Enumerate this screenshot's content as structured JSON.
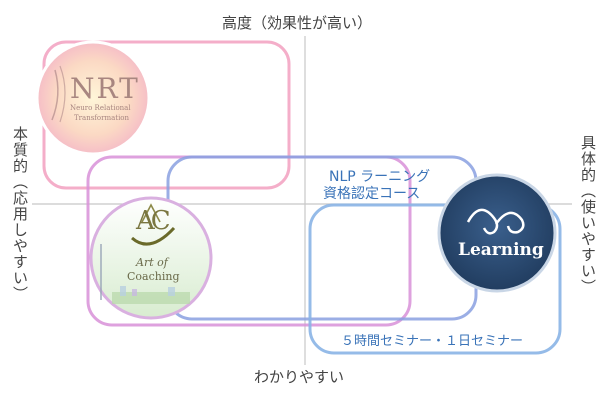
{
  "axes": {
    "top": "高度（効果性が高い）",
    "bottom": "わかりやすい",
    "left": "本質的（応用しやすい）",
    "right": "具体的（使いやすい）"
  },
  "items": {
    "nrt": {
      "logo_text": "NRT",
      "logo_subtext_1": "Neuro Relational",
      "logo_subtext_2": "Transformation"
    },
    "coaching": {
      "monogram": "AC",
      "logo_line_1": "Art of",
      "logo_line_2": "Coaching"
    },
    "nlp": {
      "label_line_1": "NLP ラーニング",
      "label_line_2": "資格認定コース"
    },
    "learning": {
      "logo_text": "Learning"
    },
    "seminar": {
      "label": "５時間セミナー・１日セミナー"
    }
  },
  "colors": {
    "pink": "#f2a0bf",
    "purple": "#c080d8",
    "blue": "#7aa7d8",
    "navy": "#2f4f7a",
    "axis": "#c8c8c8"
  }
}
